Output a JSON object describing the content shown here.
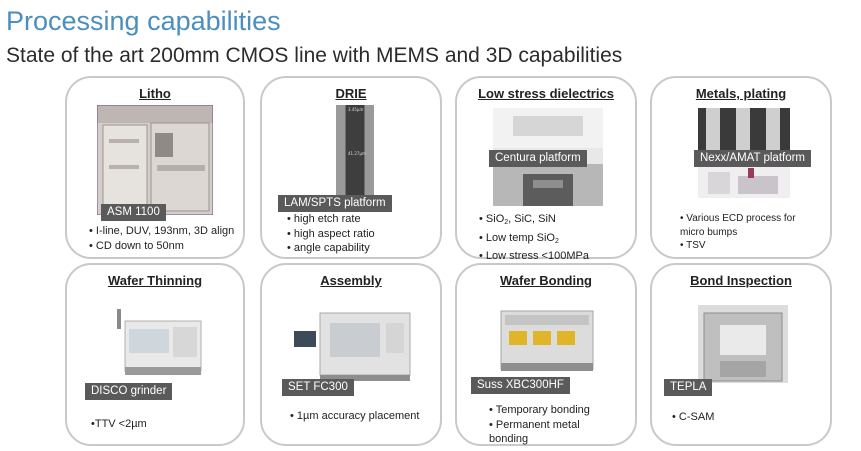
{
  "header": {
    "title": "Processing capabilities",
    "subtitle": "State of the art 200mm CMOS line with MEMS and 3D capabilities"
  },
  "cards": {
    "litho": {
      "title": "Litho",
      "label": "ASM 1100",
      "bullets": [
        "• I-line, DUV, 193nm, 3D align",
        "• CD down to 50nm"
      ]
    },
    "drie": {
      "title": "DRIE",
      "label": "LAM/SPTS platform",
      "bullets": [
        "• high etch rate",
        "• high aspect ratio",
        "• angle capability"
      ]
    },
    "dielectrics": {
      "title": "Low stress dielectrics",
      "label": "Centura platform",
      "bullets": [
        "SiO2, SiC, SiN",
        "Low temp SiO2",
        "Low stress <100MPa"
      ]
    },
    "metals": {
      "title": "Metals, plating",
      "label": "Nexx/AMAT platform",
      "bullets": [
        "• Various ECD process for",
        "micro bumps",
        "• TSV"
      ]
    },
    "thinning": {
      "title": "Wafer Thinning",
      "label": "DISCO grinder",
      "bullets": [
        "•TTV <2µm"
      ]
    },
    "assembly": {
      "title": "Assembly",
      "label": "SET FC300",
      "bullets": [
        "• 1µm accuracy placement"
      ]
    },
    "bonding": {
      "title": "Wafer Bonding",
      "label": "Suss XBC300HF",
      "bullets": [
        "• Temporary bonding",
        "• Permanent metal",
        "bonding"
      ]
    },
    "inspection": {
      "title": "Bond Inspection",
      "label": "TEPLA",
      "bullets": [
        "• C-SAM"
      ]
    }
  }
}
